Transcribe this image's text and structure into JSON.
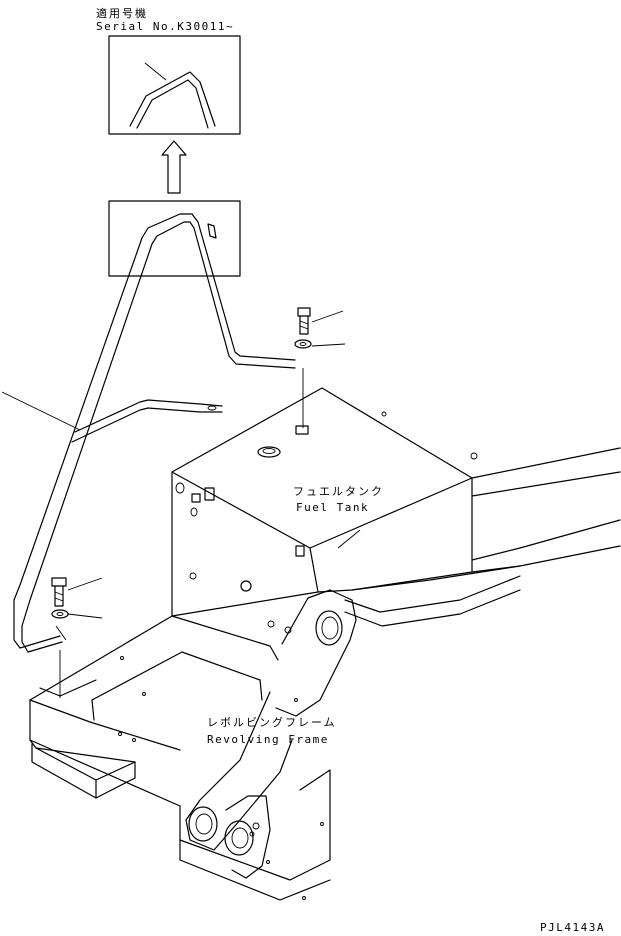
{
  "header": {
    "applicable_jp": "適用号機",
    "serial": "Serial No.K30011~"
  },
  "labels": {
    "fuel_tank_jp": "フュエルタンク",
    "fuel_tank_en": "Fuel Tank",
    "frame_jp": "レボルビングフレーム",
    "frame_en": "Revolving Frame"
  },
  "footer": {
    "code": "PJL4143A"
  }
}
